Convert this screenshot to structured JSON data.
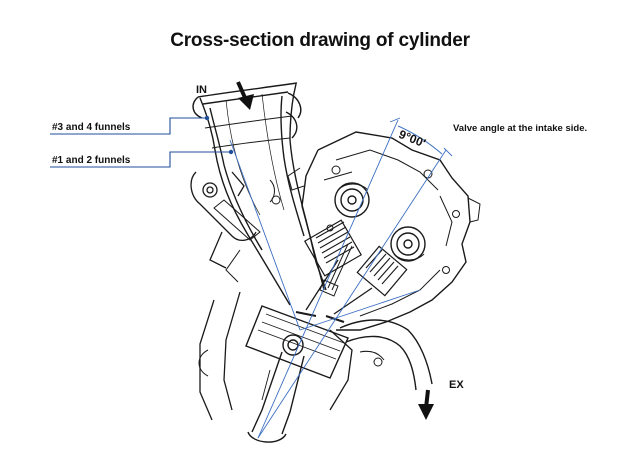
{
  "title": "Cross-section drawing of cylinder",
  "labels": {
    "intake": "IN",
    "exhaust": "EX",
    "funnels_3_4": "#3 and 4 funnels",
    "funnels_1_2": "#1 and 2 funnels",
    "valve_angle": "9°00′",
    "valve_angle_caption": "Valve angle at the intake side."
  },
  "colors": {
    "line": "#1a1a1a",
    "accent_blue": "#1f4e9b",
    "guide_blue": "#3c6fc2"
  }
}
